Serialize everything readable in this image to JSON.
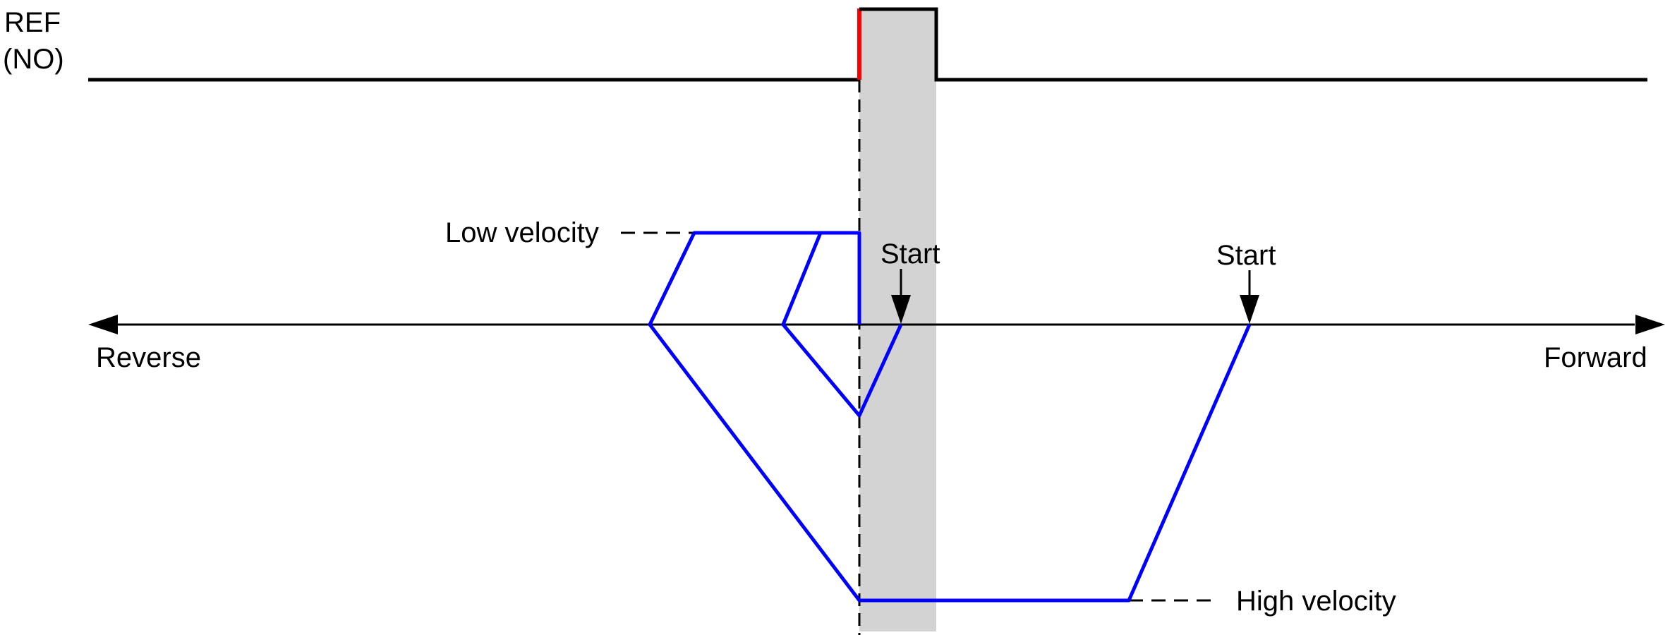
{
  "signal": {
    "label_line1": "REF",
    "label_line2": "(NO)"
  },
  "axis": {
    "reverse_label": "Reverse",
    "forward_label": "Forward"
  },
  "annotations": {
    "low_velocity": "Low velocity",
    "high_velocity": "High velocity",
    "start_near": "Start",
    "start_far": "Start"
  },
  "colors": {
    "trajectory": "#0000ff",
    "signal": "#000000",
    "signal_edge": "#ff0000",
    "switch_zone": "#d3d3d3"
  }
}
